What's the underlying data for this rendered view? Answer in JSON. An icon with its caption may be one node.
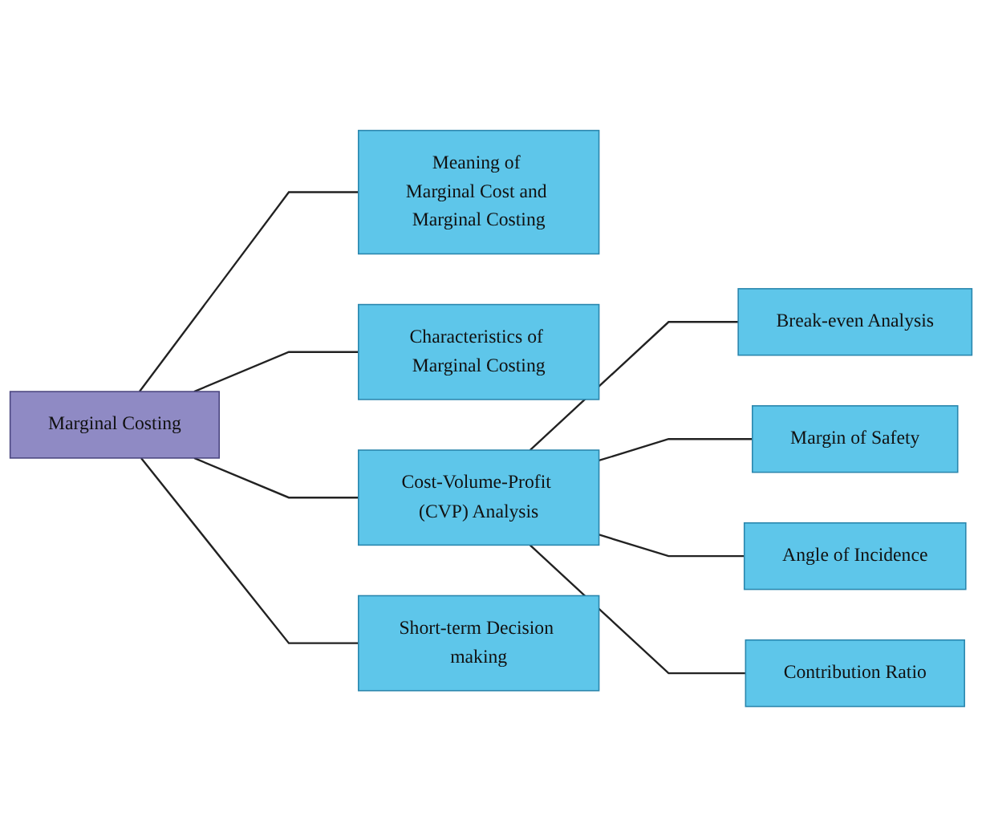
{
  "diagram": {
    "nodes": [
      {
        "text": [
          "Marginal Costing"
        ]
      },
      {
        "text": [
          "Meaning of Marginal Cost and Marginal Costing"
        ]
      },
      {
        "text": [
          "Characteristics of Marginal Costing"
        ]
      },
      {
        "text": [
          "Cost-Volume-Profit (CVP) Analysis"
        ]
      },
      {
        "text": [
          "Short-term Decision making"
        ]
      },
      {
        "text": [
          "Break-even Analysis"
        ]
      },
      {
        "text": [
          "Margin of Safety"
        ]
      },
      {
        "text": [
          "Angle of Incidence"
        ]
      },
      {
        "text": [
          "Contribution Ratio"
        ]
      }
    ],
    "edges": [
      {
        "from": 0,
        "to": 1,
        "arrow": "none"
      },
      {
        "from": 0,
        "to": 2,
        "arrow": "none"
      },
      {
        "from": 0,
        "to": 3,
        "arrow": "none"
      },
      {
        "from": 0,
        "to": 4,
        "arrow": "none"
      },
      {
        "from": 3,
        "to": 5,
        "arrow": "none"
      },
      {
        "from": 3,
        "to": 6,
        "arrow": "none"
      },
      {
        "from": 3,
        "to": 7,
        "arrow": "none"
      },
      {
        "from": 3,
        "to": 8,
        "arrow": "none"
      }
    ]
  }
}
